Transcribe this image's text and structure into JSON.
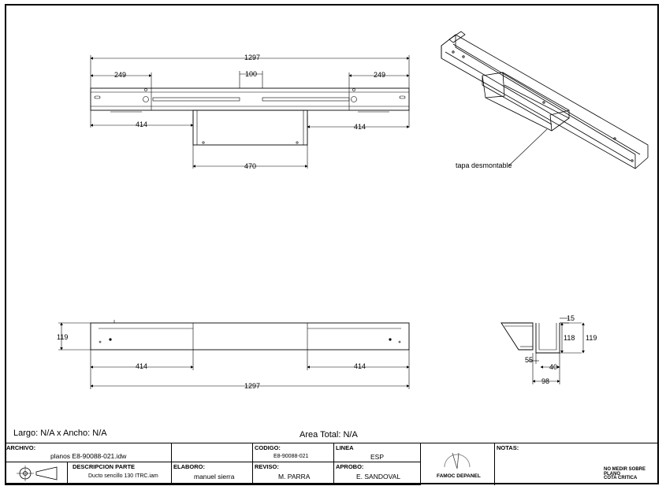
{
  "views": {
    "top": {
      "overall": "1297",
      "left_offset": "249",
      "right_offset": "249",
      "center_gap": "100",
      "left_span": "414",
      "right_span": "414",
      "opening": "470"
    },
    "front": {
      "height": "119",
      "left_span": "414",
      "right_span": "414",
      "overall": "1297"
    },
    "section": {
      "top_flange": "15",
      "inner_height": "118",
      "outer_height": "119",
      "lip": "55",
      "base_inner": "40",
      "base_outer": "98"
    },
    "iso": {
      "callout": "tapa desmontable"
    }
  },
  "info": {
    "size": "Largo: N/A x Ancho: N/A",
    "area": "Area Total: N/A"
  },
  "titleblock": {
    "archivo_label": "ARCHIVO:",
    "archivo_value": "planos E8-90088-021.idw",
    "descripcion_label": "DESCRIPCION PARTE",
    "descripcion_value": "Ducto sencillo 130 ITRC.iam",
    "codigo_label": "CODIGO:",
    "codigo_value": "E8-90088-021",
    "linea_label": "LINEA",
    "linea_value": "ESP",
    "elaboro_label": "ELABORO:",
    "elaboro_value": "manuel sierra",
    "reviso_label": "REVISO:",
    "reviso_value": "M. PARRA",
    "aprobo_label": "APROBO:",
    "aprobo_value": "E. SANDOVAL",
    "brand": "FAMOC DEPANEL",
    "notas_label": "NOTAS:",
    "note1": "NO MEDIR SOBRE PLANO",
    "note2": "COTA CRITICA"
  }
}
